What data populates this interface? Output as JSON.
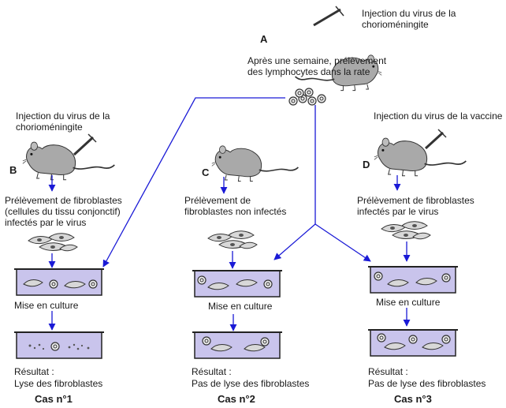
{
  "top": {
    "label": "A",
    "injection": [
      "Injection du virus de la",
      "chorioméningite"
    ],
    "after": [
      "Après une semaine, prélèvement",
      "des lymphocytes dans la rate"
    ]
  },
  "case1": {
    "label": "B",
    "injection": [
      "Injection du virus de la",
      "chorioméningite"
    ],
    "prelevement": [
      "Prélèvement de fibroblastes",
      "(cellules du tissu conjonctif)",
      "infectés par le virus"
    ],
    "culture": "Mise en culture",
    "result": [
      "Résultat :",
      "Lyse des fibroblastes"
    ],
    "title": "Cas n°1"
  },
  "case2": {
    "label": "C",
    "prelevement": [
      "Prélèvement de",
      "fibroblastes non infectés"
    ],
    "culture": "Mise en culture",
    "result": [
      "Résultat :",
      "Pas de lyse des fibroblastes"
    ],
    "title": "Cas n°2"
  },
  "case3": {
    "label": "D",
    "injection": [
      "Injection du virus de la vaccine"
    ],
    "prelevement": [
      "Prélèvement de fibroblastes",
      "infectés par le virus"
    ],
    "culture": "Mise en culture",
    "result": [
      "Résultat :",
      "Pas de lyse des fibroblastes"
    ],
    "title": "Cas n°3"
  },
  "colors": {
    "arrow": "#1a1ad6",
    "dish_fill": "#c9c4ec",
    "dish_stroke": "#222222",
    "rat_fill": "#a9a9a9"
  }
}
